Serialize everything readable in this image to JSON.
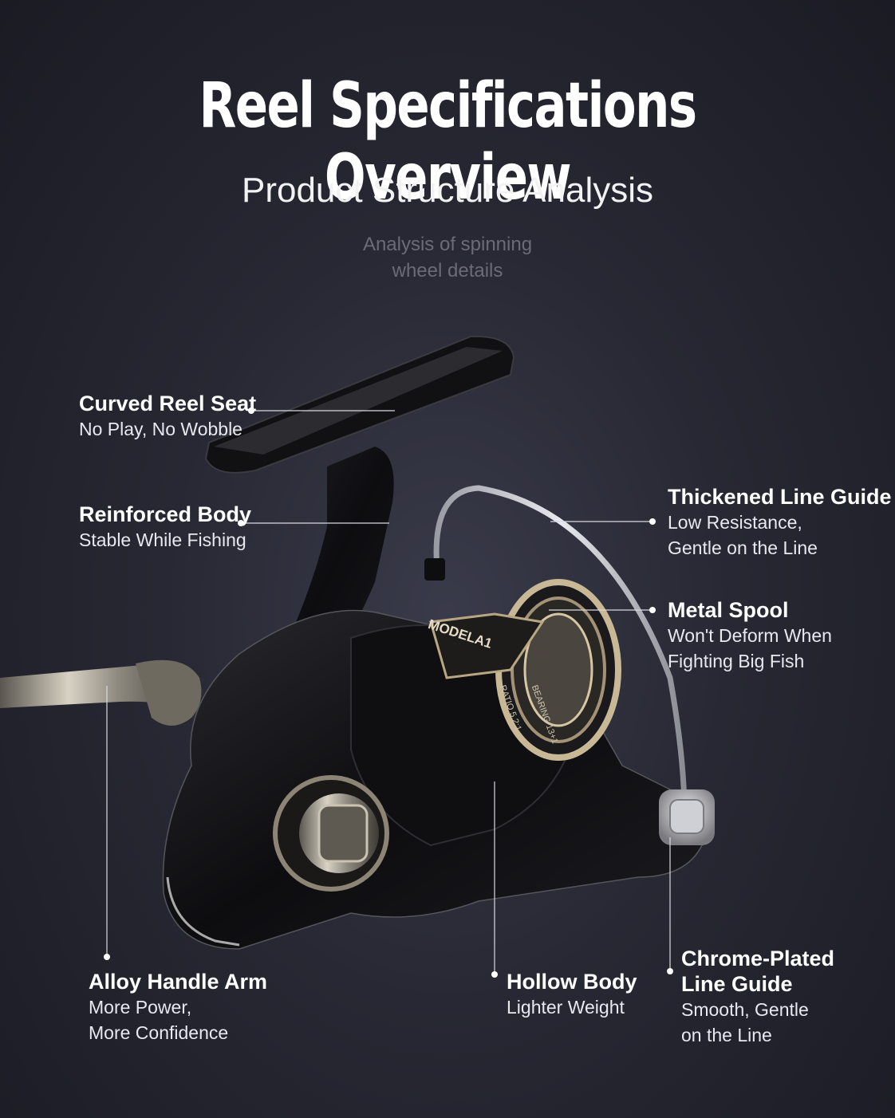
{
  "header": {
    "title": "Reel Specifications Overview",
    "subtitle": "Product Structure Analysis",
    "caption_line1": "Analysis of spinning",
    "caption_line2": "wheel details"
  },
  "product": {
    "spool_text": "MODELA1",
    "ratio_text": "RATIO 5.2:1",
    "bearing_text": "BEARING 13+1"
  },
  "callouts": [
    {
      "id": "curved-reel-seat",
      "title": "Curved Reel Seat",
      "lines": [
        "No Play, No Wobble"
      ]
    },
    {
      "id": "reinforced-body",
      "title": "Reinforced Body",
      "lines": [
        "Stable While Fishing"
      ]
    },
    {
      "id": "thickened-line-guide",
      "title": "Thickened Line Guide",
      "lines": [
        "Low Resistance,",
        "Gentle on the Line"
      ]
    },
    {
      "id": "metal-spool",
      "title": "Metal Spool",
      "lines": [
        "Won't Deform When",
        "Fighting Big Fish"
      ]
    },
    {
      "id": "alloy-handle-arm",
      "title": "Alloy Handle Arm",
      "lines": [
        "More Power,",
        "More Confidence"
      ]
    },
    {
      "id": "hollow-body",
      "title": "Hollow Body",
      "lines": [
        "Lighter Weight"
      ]
    },
    {
      "id": "chrome-plated-line-guide",
      "title_line1": "Chrome-Plated",
      "title_line2": "Line Guide",
      "lines": [
        "Smooth, Gentle",
        "on the Line"
      ]
    }
  ]
}
